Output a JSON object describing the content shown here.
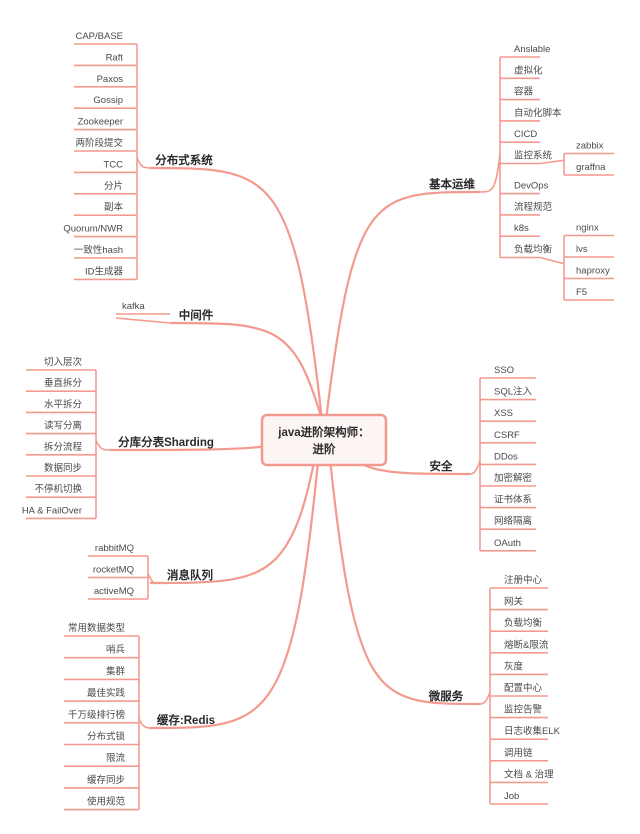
{
  "root": {
    "line1": "java进阶架构师：",
    "line2": "进阶"
  },
  "colors": {
    "line": "#f39a8f",
    "root_fill": "#fef6f5",
    "text": "#333333"
  },
  "left": [
    {
      "label": "分布式系统",
      "children": [
        "CAP/BASE",
        "Raft",
        "Paxos",
        "Gossip",
        "Zookeeper",
        "两阶段提交",
        "TCC",
        "分片",
        "副本",
        "Quorum/NWR",
        "一致性hash",
        "ID生成器"
      ]
    },
    {
      "label": "中间件",
      "children": [
        "kafka"
      ]
    },
    {
      "label": "分库分表Sharding",
      "children": [
        "切入层次",
        "垂直拆分",
        "水平拆分",
        "读写分离",
        "拆分流程",
        "数据同步",
        "不停机切换",
        "HA & FailOver"
      ]
    },
    {
      "label": "消息队列",
      "children": [
        "rabbitMQ",
        "rocketMQ",
        "activeMQ"
      ]
    },
    {
      "label": "缓存:Redis",
      "children": [
        "常用数据类型",
        "哨兵",
        "集群",
        "最佳实践",
        "千万级排行榜",
        "分布式锁",
        "限流",
        "缓存同步",
        "使用规范"
      ]
    }
  ],
  "right": [
    {
      "label": "基本运维",
      "children": [
        {
          "label": "Anslable"
        },
        {
          "label": "虚拟化"
        },
        {
          "label": "容器"
        },
        {
          "label": "自动化脚本"
        },
        {
          "label": "CICD"
        },
        {
          "label": "监控系统",
          "children": [
            "zabbix",
            "graffna"
          ]
        },
        {
          "label": "DevOps"
        },
        {
          "label": "流程规范"
        },
        {
          "label": "k8s"
        },
        {
          "label": "负载均衡",
          "children": [
            "nginx",
            "lvs",
            "haproxy",
            "F5"
          ]
        }
      ]
    },
    {
      "label": "安全",
      "children": [
        {
          "label": "SSO"
        },
        {
          "label": "SQL注入"
        },
        {
          "label": "XSS"
        },
        {
          "label": "CSRF"
        },
        {
          "label": "DDos"
        },
        {
          "label": "加密解密"
        },
        {
          "label": "证书体系"
        },
        {
          "label": "网络隔离"
        },
        {
          "label": "OAuth"
        }
      ]
    },
    {
      "label": "微服务",
      "children": [
        {
          "label": "注册中心"
        },
        {
          "label": "网关"
        },
        {
          "label": "负载均衡"
        },
        {
          "label": "熔断&限流"
        },
        {
          "label": "灰度"
        },
        {
          "label": "配置中心"
        },
        {
          "label": "监控告警"
        },
        {
          "label": "日志收集ELK"
        },
        {
          "label": "调用链"
        },
        {
          "label": "文档 & 治理"
        },
        {
          "label": "Job"
        }
      ]
    }
  ]
}
